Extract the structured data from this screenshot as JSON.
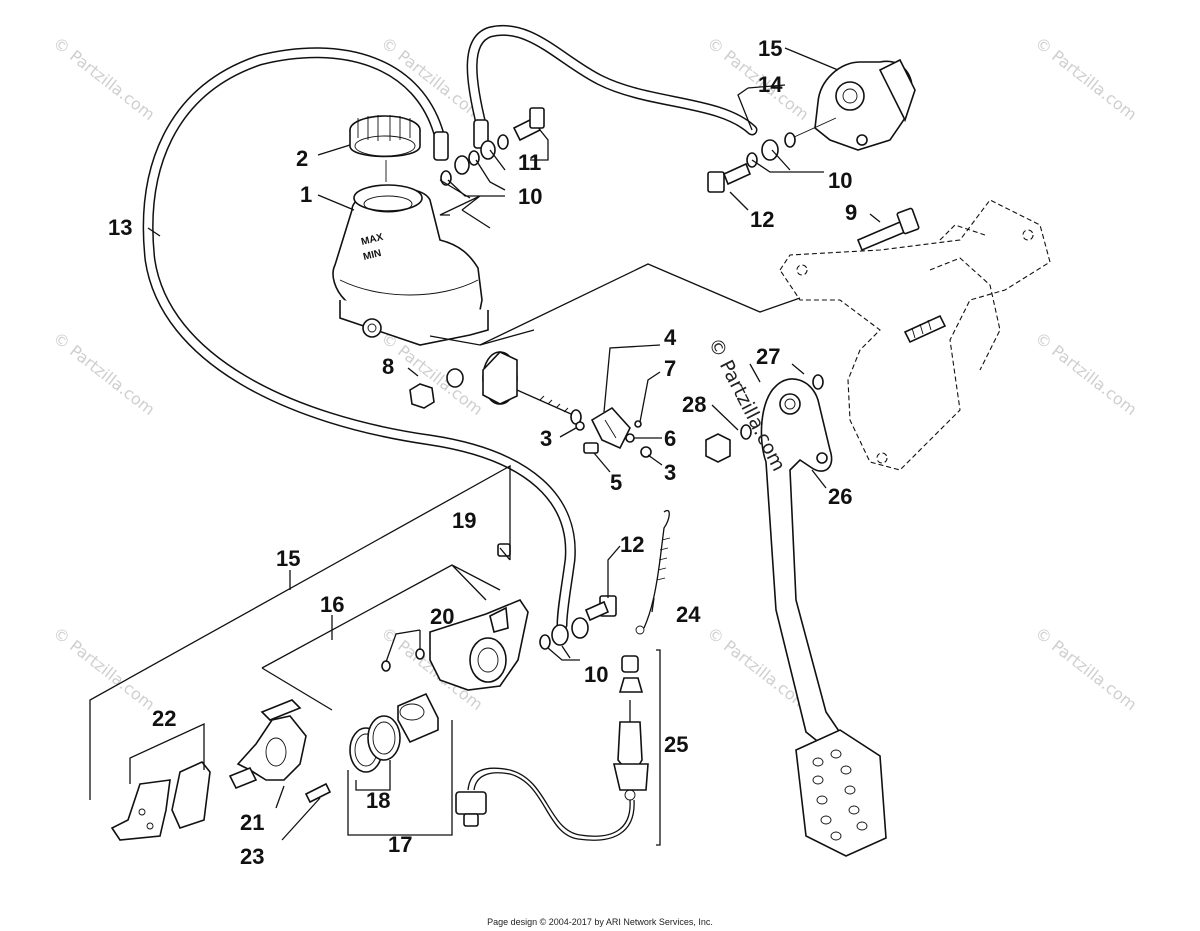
{
  "watermark_text": "© Partzilla.com",
  "reservoir_text": {
    "max": "MAX",
    "min": "MIN"
  },
  "callouts": [
    {
      "id": "1",
      "text": "1"
    },
    {
      "id": "2",
      "text": "2"
    },
    {
      "id": "3a",
      "text": "3"
    },
    {
      "id": "3b",
      "text": "3"
    },
    {
      "id": "4",
      "text": "4"
    },
    {
      "id": "5",
      "text": "5"
    },
    {
      "id": "6",
      "text": "6"
    },
    {
      "id": "7",
      "text": "7"
    },
    {
      "id": "8",
      "text": "8"
    },
    {
      "id": "9",
      "text": "9"
    },
    {
      "id": "10a",
      "text": "10"
    },
    {
      "id": "10b",
      "text": "10"
    },
    {
      "id": "10c",
      "text": "10"
    },
    {
      "id": "11",
      "text": "11"
    },
    {
      "id": "12a",
      "text": "12"
    },
    {
      "id": "12b",
      "text": "12"
    },
    {
      "id": "13",
      "text": "13"
    },
    {
      "id": "14",
      "text": "14"
    },
    {
      "id": "15a",
      "text": "15"
    },
    {
      "id": "15b",
      "text": "15"
    },
    {
      "id": "16",
      "text": "16"
    },
    {
      "id": "17",
      "text": "17"
    },
    {
      "id": "18",
      "text": "18"
    },
    {
      "id": "19",
      "text": "19"
    },
    {
      "id": "20",
      "text": "20"
    },
    {
      "id": "21",
      "text": "21"
    },
    {
      "id": "22",
      "text": "22"
    },
    {
      "id": "23",
      "text": "23"
    },
    {
      "id": "24",
      "text": "24"
    },
    {
      "id": "25",
      "text": "25"
    },
    {
      "id": "26",
      "text": "26"
    },
    {
      "id": "27",
      "text": "27"
    },
    {
      "id": "28",
      "text": "28"
    }
  ],
  "footer": "Page design © 2004-2017 by ARI Network Services, Inc."
}
